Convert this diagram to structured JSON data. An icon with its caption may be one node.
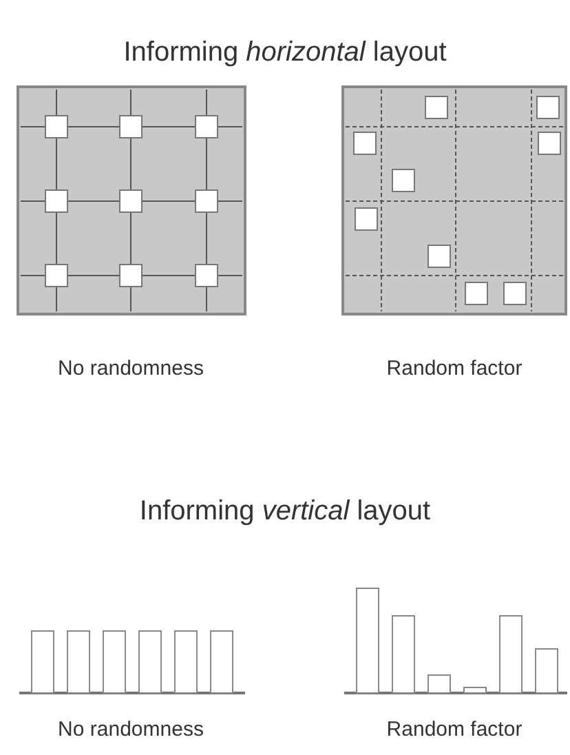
{
  "diagram": {
    "title": "Informing *horizontal* layout",
    "labels": [
      "No randomness",
      "Random factor",
      "Informing *vertical* layout",
      "No randomness",
      "Random factor"
    ]
  }
}
